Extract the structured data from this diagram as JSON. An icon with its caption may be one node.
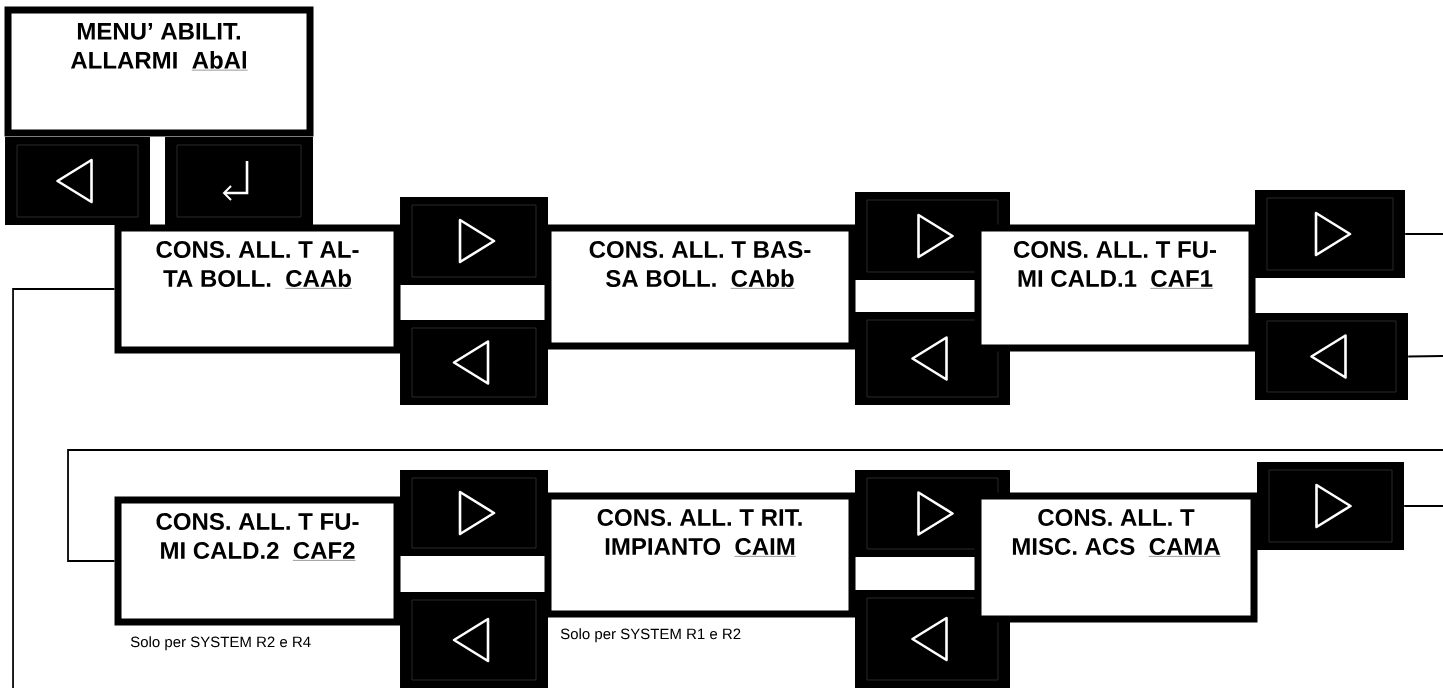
{
  "diagram": {
    "nodes": [
      {
        "text": [
          "MENU’ ABILIT. ALLARMI",
          "AbAl"
        ]
      },
      {
        "text": [],
        "shape": "box"
      },
      {
        "text": [],
        "shape": "box"
      },
      {
        "text": [
          "CONS. ALL. T AL- TA BOLL.",
          "CAAb"
        ]
      },
      {
        "text": [],
        "shape": "box"
      },
      {
        "text": [],
        "shape": "box"
      },
      {
        "text": [
          "CONS. ALL. T BAS- SA BOLL.",
          "CAbb"
        ]
      },
      {
        "text": [],
        "shape": "box"
      },
      {
        "text": [],
        "shape": "box"
      },
      {
        "text": [
          "CONS. ALL. T FU- MI CALD.1",
          "CAF1"
        ]
      },
      {
        "text": [],
        "shape": "box"
      },
      {
        "text": [],
        "shape": "box"
      },
      {
        "text": [
          "CONS. ALL. T FU- MI CALD.2",
          "CAF2"
        ],
        "beside": [
          "Solo per SYSTEM R2 e R4"
        ]
      },
      {
        "text": [],
        "shape": "box"
      },
      {
        "text": [],
        "shape": "box"
      },
      {
        "text": [
          "CONS. ALL. T RIT. IMPIANTO",
          "CAIM"
        ],
        "beside": [
          "Solo per SYSTEM R1 e R2"
        ]
      },
      {
        "text": [],
        "shape": "box"
      },
      {
        "text": [],
        "shape": "box"
      },
      {
        "text": [
          "CONS. ALL. T MISC. ACS",
          "CAMA"
        ]
      },
      {
        "text": [],
        "shape": "box"
      }
    ],
    "edges": [
      {
        "from": 3,
        "to": null,
        "arrow": "none"
      },
      {
        "from": 10,
        "to": null,
        "arrow": "none"
      },
      {
        "from": 11,
        "to": null,
        "arrow": "none"
      },
      {
        "from": null,
        "to": 12,
        "arrow": "none"
      },
      {
        "from": 19,
        "to": null,
        "arrow": "none"
      }
    ]
  }
}
